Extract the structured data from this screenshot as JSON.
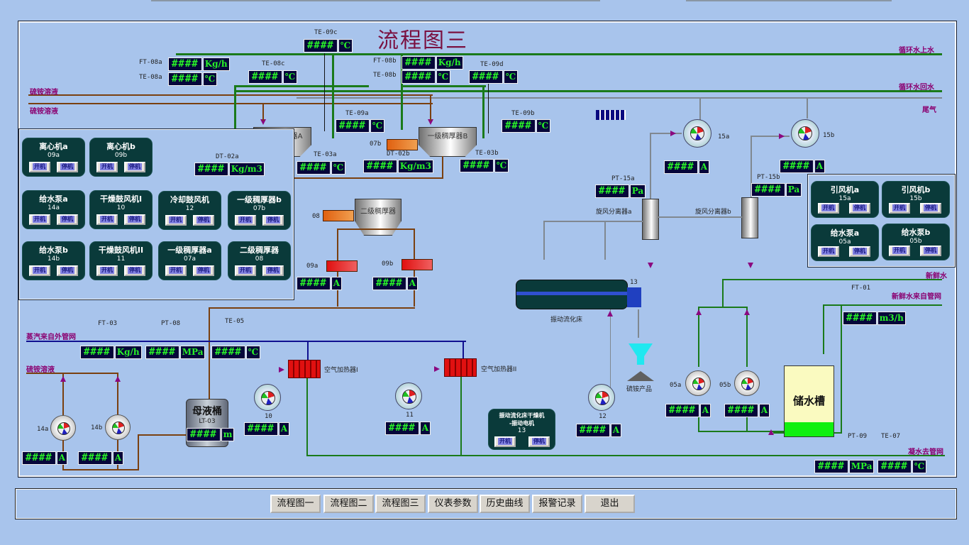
{
  "title": "流程图三",
  "pipe_labels": {
    "circ_supply": "循环水上水",
    "circ_return": "循环水回水",
    "tail_gas": "尾气",
    "ammonium_sulfate_1": "硫铵溶液",
    "ammonium_sulfate_2": "硫铵溶液",
    "ammonium_sulfate_3": "硫铵溶液",
    "steam": "蒸汽来自外管网",
    "fresh_water": "新鲜水",
    "fresh_water_from": "新鲜水来自管网",
    "condensate_out": "凝水去管网"
  },
  "instruments": [
    {
      "id": "ft08a",
      "tag": "FT-08a",
      "value": "####",
      "unit": "Kg/h"
    },
    {
      "id": "te08a",
      "tag": "TE-08a",
      "value": "####",
      "unit": "℃"
    },
    {
      "id": "te09c",
      "tag": "TE-09c",
      "value": "####",
      "unit": "℃"
    },
    {
      "id": "te08c",
      "tag": "TE-08c",
      "value": "####",
      "unit": "℃"
    },
    {
      "id": "ft08b",
      "tag": "FT-08b",
      "value": "####",
      "unit": "Kg/h"
    },
    {
      "id": "te08b",
      "tag": "TE-08b",
      "value": "####",
      "unit": "℃"
    },
    {
      "id": "te09d",
      "tag": "TE-09d",
      "value": "####",
      "unit": "℃"
    },
    {
      "id": "te09a",
      "tag": "TE-09a",
      "value": "####",
      "unit": "℃"
    },
    {
      "id": "te09b",
      "tag": "TE-09b",
      "value": "####",
      "unit": "℃"
    },
    {
      "id": "dt02a",
      "tag": "DT-02a",
      "value": "####",
      "unit": "Kg/m3"
    },
    {
      "id": "te03a",
      "tag": "TE-03a",
      "value": "####",
      "unit": "℃"
    },
    {
      "id": "dt02b",
      "tag": "DT-02b",
      "value": "####",
      "unit": "Kg/m3"
    },
    {
      "id": "te03b",
      "tag": "TE-03b",
      "value": "####",
      "unit": "℃"
    },
    {
      "id": "fan15a",
      "tag": "15a",
      "value": "####",
      "unit": "A"
    },
    {
      "id": "fan15b",
      "tag": "15b",
      "value": "####",
      "unit": "A"
    },
    {
      "id": "pt15a",
      "tag": "PT-15a",
      "value": "####",
      "unit": "Pa"
    },
    {
      "id": "pt15b",
      "tag": "PT-15b",
      "value": "####",
      "unit": "Pa"
    },
    {
      "id": "cf09a",
      "tag": "09a",
      "value": "####",
      "unit": "A"
    },
    {
      "id": "cf09b",
      "tag": "09b",
      "value": "####",
      "unit": "A"
    },
    {
      "id": "ft03",
      "tag": "FT-03",
      "value": "####",
      "unit": "Kg/h"
    },
    {
      "id": "pt08",
      "tag": "PT-08",
      "value": "####",
      "unit": "MPa"
    },
    {
      "id": "te05",
      "tag": "TE-05",
      "value": "####",
      "unit": "℃"
    },
    {
      "id": "lt03",
      "tag": "LT-03",
      "value": "####",
      "unit": "m"
    },
    {
      "id": "p14a",
      "tag": "14a",
      "value": "####",
      "unit": "A"
    },
    {
      "id": "p14b",
      "tag": "14b",
      "value": "####",
      "unit": "A"
    },
    {
      "id": "f10",
      "tag": "10",
      "value": "####",
      "unit": "A"
    },
    {
      "id": "f11",
      "tag": "11",
      "value": "####",
      "unit": "A"
    },
    {
      "id": "f12",
      "tag": "12",
      "value": "####",
      "unit": "A"
    },
    {
      "id": "ft01",
      "tag": "FT-01",
      "value": "####",
      "unit": "m3/h"
    },
    {
      "id": "p05a",
      "tag": "05a",
      "value": "####",
      "unit": "A"
    },
    {
      "id": "p05b",
      "tag": "05b",
      "value": "####",
      "unit": "A"
    },
    {
      "id": "pt09",
      "tag": "PT-09",
      "value": "####",
      "unit": "MPa"
    },
    {
      "id": "te07",
      "tag": "TE-07",
      "value": "####",
      "unit": "℃"
    }
  ],
  "equipment": {
    "thickener_a": "一级稠厚器A",
    "thickener_b": "一级稠厚器B",
    "thickener_2": "二级稠厚器",
    "motor_07a": "07a",
    "motor_07b": "07b",
    "motor_08": "08",
    "cyclone_a": "旋风分离器a",
    "cyclone_b": "旋风分离器b",
    "fluid_bed": "振动流化床",
    "fluid_bed_motor": "13",
    "product": "硫铵产品",
    "heater_1": "空气加热器I",
    "heater_2": "空气加热器II",
    "mother_tank": "母液桶",
    "mother_tank_tag": "LT-03",
    "water_tank": "储水槽"
  },
  "controls": {
    "start": "开机",
    "stop": "停机",
    "cards": [
      {
        "name": "离心机a",
        "code": "09a"
      },
      {
        "name": "离心机b",
        "code": "09b"
      },
      {
        "name": "给水泵a",
        "code": "14a"
      },
      {
        "name": "干燥鼓风机I",
        "code": "10"
      },
      {
        "name": "冷却鼓风机",
        "code": "12"
      },
      {
        "name": "一级稠厚器b",
        "code": "07b"
      },
      {
        "name": "给水泵b",
        "code": "14b"
      },
      {
        "name": "干燥鼓风机II",
        "code": "11"
      },
      {
        "name": "一级稠厚器a",
        "code": "07a"
      },
      {
        "name": "二级稠厚器",
        "code": "08"
      },
      {
        "name": "引风机a",
        "code": "15a"
      },
      {
        "name": "引风机b",
        "code": "15b"
      },
      {
        "name": "给水泵a",
        "code": "05a"
      },
      {
        "name": "给水泵b",
        "code": "05b"
      }
    ],
    "fluid_bed_card": {
      "name": "振动流化床干燥机",
      "name2": "-振动电机",
      "code": "13"
    }
  },
  "nav": [
    "流程图一",
    "流程图二",
    "流程图三",
    "仪表参数",
    "历史曲线",
    "报警记录",
    "退出"
  ],
  "colors": {
    "background": "#a8c4ec",
    "display_bg": "#06063a",
    "display_fg": "#28f028",
    "card_bg": "#0a3a3a",
    "pipe_water": "#1a7a1a",
    "pipe_solution": "#7a4010",
    "pipe_steam": "#101090",
    "label_purple": "#8a0070"
  }
}
